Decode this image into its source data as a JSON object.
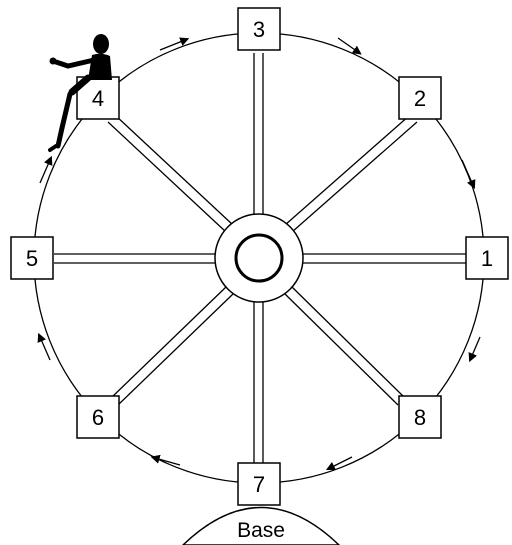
{
  "diagram": {
    "cars": [
      {
        "id": "car-1",
        "label": "1"
      },
      {
        "id": "car-2",
        "label": "2"
      },
      {
        "id": "car-3",
        "label": "3"
      },
      {
        "id": "car-4",
        "label": "4"
      },
      {
        "id": "car-5",
        "label": "5"
      },
      {
        "id": "car-6",
        "label": "6"
      },
      {
        "id": "car-7",
        "label": "7"
      },
      {
        "id": "car-8",
        "label": "8"
      }
    ],
    "base_label": "Base",
    "rider_icon": "person-seated-icon",
    "rotation": "clockwise"
  }
}
